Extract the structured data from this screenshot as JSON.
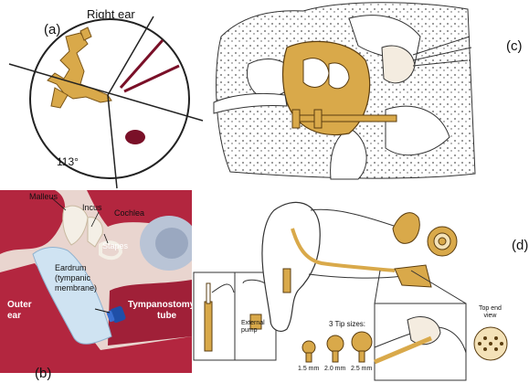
{
  "panel_labels": {
    "a": "(a)",
    "b": "(b)",
    "c": "(c)",
    "d": "(d)"
  },
  "panel_a": {
    "title": "Right ear",
    "angle": "113°"
  },
  "panel_b": {
    "malleus": "Malleus",
    "incus": "Incus",
    "cochlea": "Cochlea",
    "stapes": "Stapes",
    "eardrum": [
      "Eardrum",
      "(tympanic",
      "membrane)"
    ],
    "outer_ear": [
      "Outer",
      "ear"
    ],
    "tube": [
      "Tympanostomy",
      "tube"
    ]
  },
  "panel_d": {
    "pump": [
      "External",
      "pump"
    ],
    "tip_sizes_title": "3 Tip sizes:",
    "tip_sizes": [
      "1.5 mm",
      "2.0 mm",
      "2.5 mm"
    ],
    "top_end_view": [
      "Top end",
      "view"
    ]
  },
  "colors": {
    "bone": "#d9a94a",
    "flesh_red": "#b3263f",
    "membrane_blue": "#cfe3f2",
    "tube_blue": "#1f4fa8",
    "ink": "#222222"
  }
}
